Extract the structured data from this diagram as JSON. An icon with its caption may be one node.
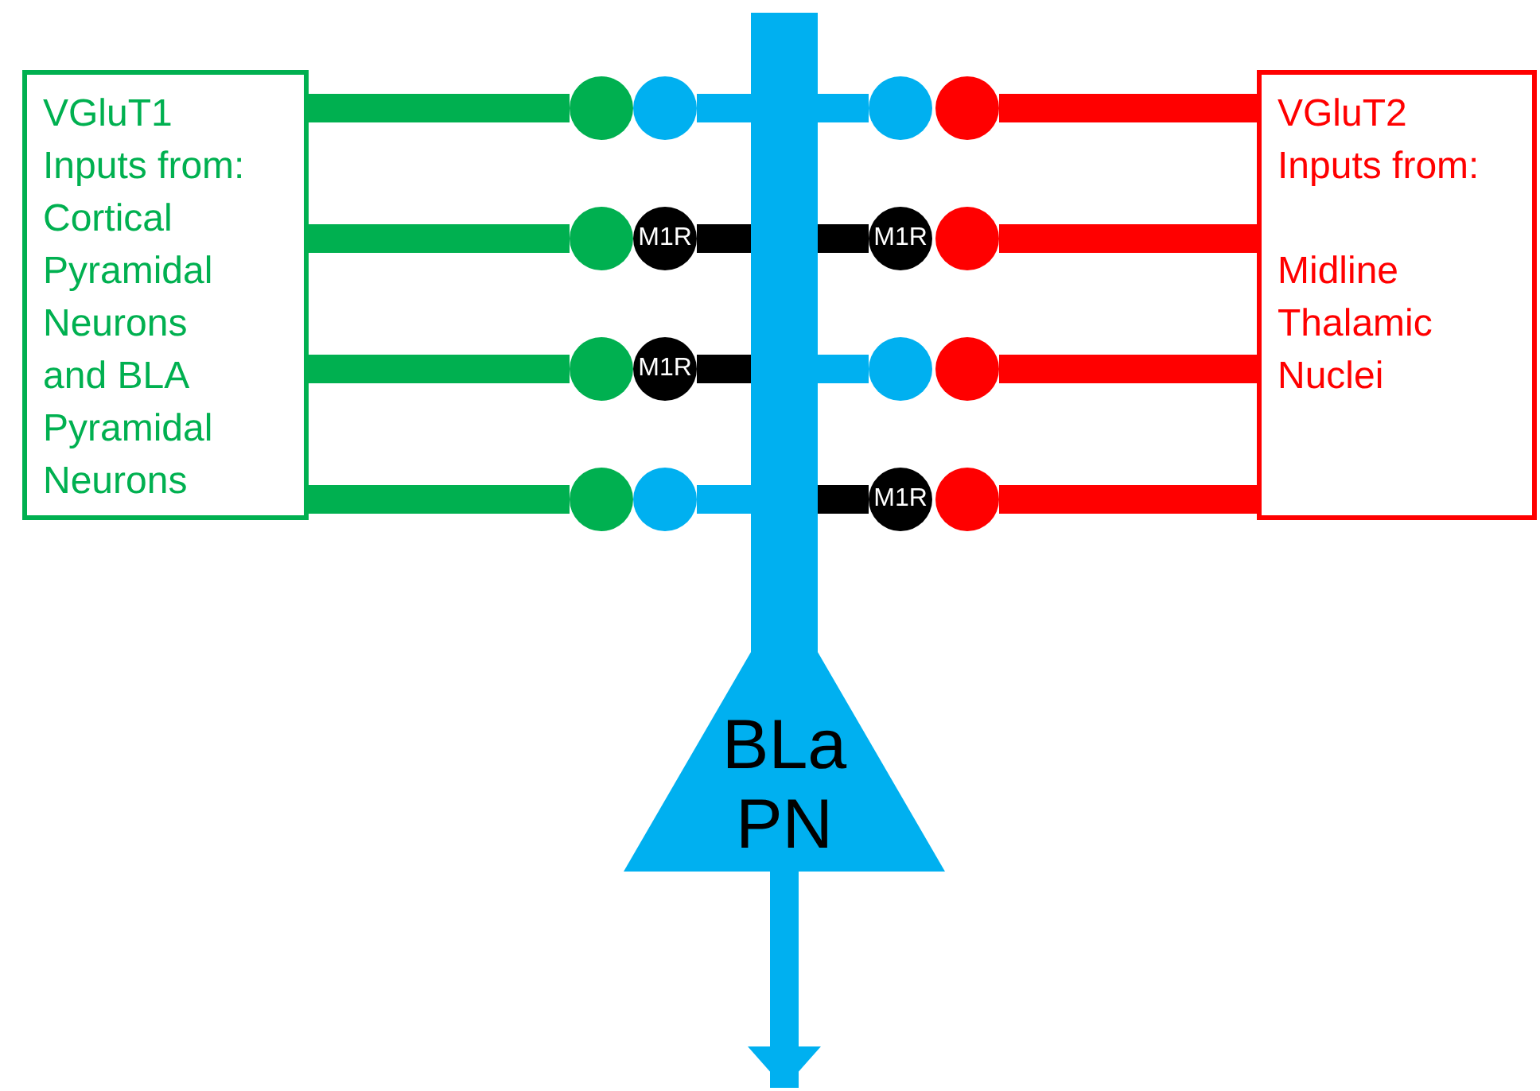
{
  "diagram": {
    "nodes": [
      {
        "text": [
          "VGluT1 Inputs from: Cortical Pyramidal Neurons and BLA Pyramidal Neurons"
        ]
      },
      {
        "text": [
          "VGluT2 Inputs from:",
          "Midline Thalamic Nuclei"
        ]
      },
      {
        "text": [
          "BLa PN"
        ]
      },
      {
        "text": [],
        "shape": "bar"
      },
      {
        "text": [],
        "shape": "circle"
      },
      {
        "text": [],
        "shape": "circle"
      },
      {
        "text": [],
        "shape": "circle"
      },
      {
        "text": [],
        "shape": "circle"
      },
      {
        "text": [],
        "shape": "circle"
      },
      {
        "text": [
          "M1R"
        ]
      },
      {
        "text": [
          "M1R"
        ]
      },
      {
        "text": [],
        "shape": "circle"
      },
      {
        "text": [],
        "shape": "circle"
      },
      {
        "text": [
          "M1R"
        ]
      },
      {
        "text": [],
        "shape": "circle"
      },
      {
        "text": [],
        "shape": "circle"
      },
      {
        "text": [],
        "shape": "circle"
      },
      {
        "text": [],
        "shape": "circle"
      },
      {
        "text": [
          "M1R"
        ]
      },
      {
        "text": [],
        "shape": "circle"
      }
    ],
    "edges": [
      {
        "from": 0,
        "to": 4,
        "arrow": "none",
        "color": "#00b050"
      },
      {
        "from": 0,
        "to": 8,
        "arrow": "none",
        "color": "#00b050"
      },
      {
        "from": 0,
        "to": 12,
        "arrow": "none",
        "color": "#00b050"
      },
      {
        "from": 0,
        "to": 16,
        "arrow": "none",
        "color": "#00b050"
      },
      {
        "from": 1,
        "to": 7,
        "arrow": "none",
        "color": "#ff0000"
      },
      {
        "from": 1,
        "to": 11,
        "arrow": "none",
        "color": "#ff0000"
      },
      {
        "from": 1,
        "to": 15,
        "arrow": "none",
        "color": "#ff0000"
      },
      {
        "from": 1,
        "to": 19,
        "arrow": "none",
        "color": "#ff0000"
      },
      {
        "from": 5,
        "to": 3,
        "arrow": "none",
        "color": "#00b0f0"
      },
      {
        "from": 6,
        "to": 3,
        "arrow": "none",
        "color": "#00b0f0"
      },
      {
        "from": 9,
        "to": 3,
        "arrow": "none",
        "color": "#000000"
      },
      {
        "from": 10,
        "to": 3,
        "arrow": "none",
        "color": "#000000"
      },
      {
        "from": 13,
        "to": 3,
        "arrow": "none",
        "color": "#000000"
      },
      {
        "from": 14,
        "to": 3,
        "arrow": "none",
        "color": "#00b0f0"
      },
      {
        "from": 17,
        "to": 3,
        "arrow": "none",
        "color": "#00b0f0"
      },
      {
        "from": 18,
        "to": 3,
        "arrow": "none",
        "color": "#000000"
      },
      {
        "from": 2,
        "to": null,
        "arrow": "to",
        "color": "#00b0f0"
      }
    ]
  }
}
